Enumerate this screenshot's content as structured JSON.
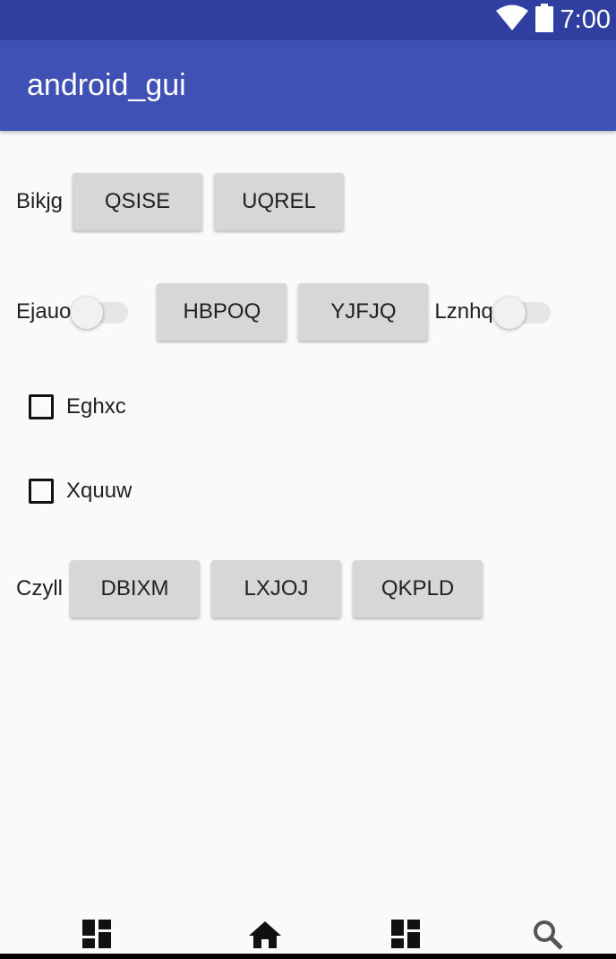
{
  "status_bar": {
    "time": "7:00",
    "icons": [
      "wifi-icon",
      "battery-icon"
    ]
  },
  "app_bar": {
    "title": "android_gui"
  },
  "rows": {
    "row1": {
      "label": "Bikjg",
      "buttons": [
        "QSISE",
        "UQREL"
      ]
    },
    "row2": {
      "label1": "Ejauo",
      "buttons": [
        "HBPOQ",
        "YJFJQ"
      ],
      "label2": "Lznhq",
      "switch1_on": false,
      "switch2_on": false
    },
    "checkboxes": [
      {
        "label": "Eghxc",
        "checked": false
      },
      {
        "label": "Xquuw",
        "checked": false
      }
    ],
    "row3": {
      "label": "Czyll",
      "buttons": [
        "DBIXM",
        "LXJOJ",
        "QKPLD"
      ]
    }
  },
  "nav_bar": {
    "icons": [
      "dashboard-icon",
      "home-icon",
      "dashboard-icon",
      "search-icon"
    ]
  },
  "colors": {
    "primary_dark": "#303f9f",
    "primary": "#3f51b5",
    "button_bg": "#d6d7d7",
    "background": "#fafafa"
  }
}
